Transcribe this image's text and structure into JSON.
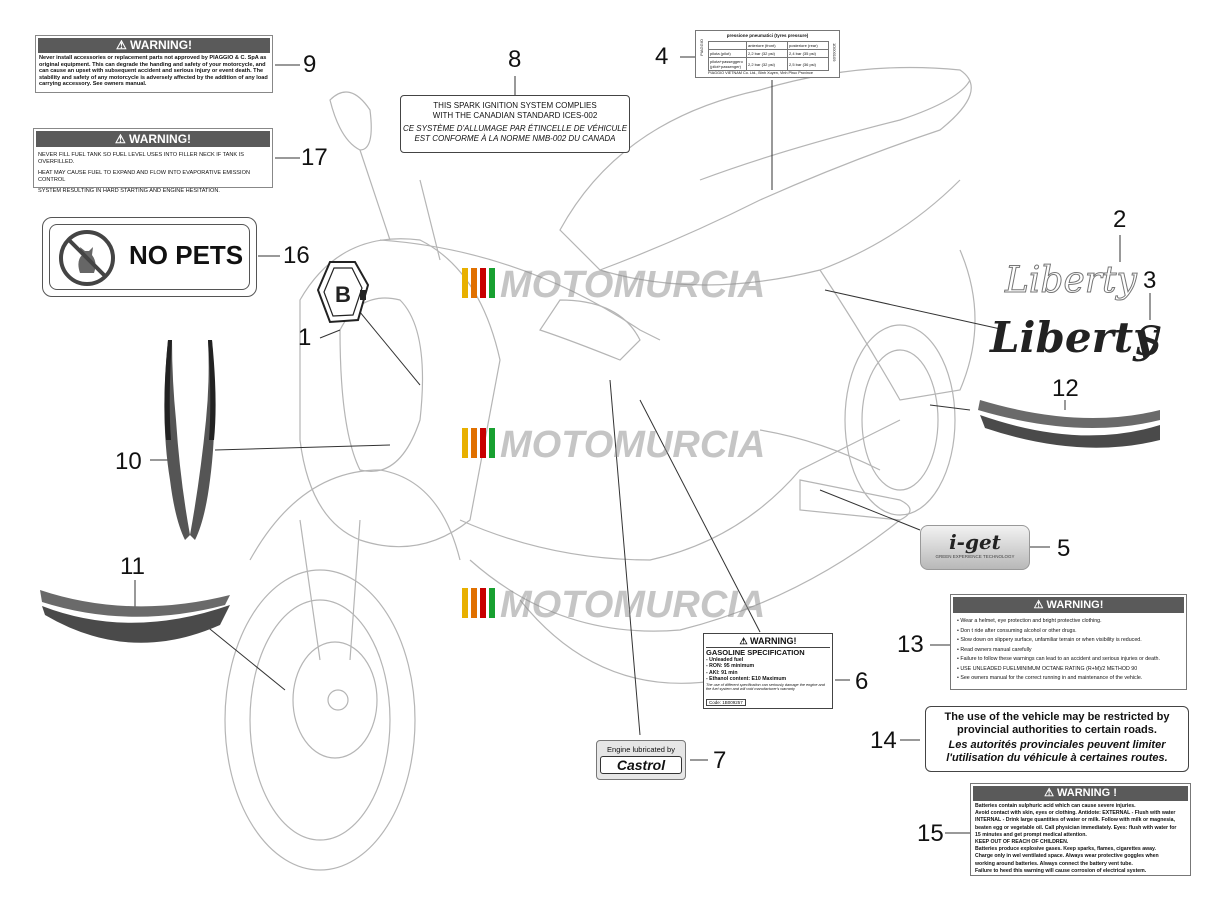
{
  "labels": {
    "w9": {
      "header": "WARNING!",
      "text": "Never install accessories or replacement parts not approved by PIAGGIO & C. SpA as original equipment. This can degrade the handing and safety of your motorcycle, and can cause an upset with subsequent accident and serious injury or event death. The stability and safety of any motorcycle is adversely affected by the addition of any load carrying accessory. See owners manual."
    },
    "w17": {
      "header": "WARNING!",
      "lines": [
        "NEVER FILL FUEL TANK SO FUEL LEVEL USES INTO FILLER NECK IF TANK IS OVERFILLED.",
        "HEAT MAY CAUSE FUEL TO EXPAND AND FLOW INTO EVAPORATIVE EMISSION CONTROL",
        "SYSTEM RESULTING IN HARD STARTING AND ENGINE HESITATION."
      ]
    },
    "no_pets": "NO PETS",
    "spark": {
      "line1": "THIS SPARK IGNITION SYSTEM COMPLIES",
      "line2": "WITH THE CANADIAN STANDARD ICES-002",
      "line3": "CE SYSTÈME D'ALLUMAGE PAR ÉTINCELLE DE VÉHICULE",
      "line4": "EST CONFORME À LA NORME NMB-002 DU CANADA"
    },
    "tyre": {
      "title": "pressione pneumatici (tyres pressure)",
      "brand": "PIAGGIO",
      "col_front": "anteriore (front)",
      "col_rear": "posteriore (rear)",
      "rows": [
        {
          "label": "pilota (pilot)",
          "front": "2,2 bar (32 psi)",
          "rear": "2,4 bar (35 psi)"
        },
        {
          "label": "pilota+passeggero (pilot+passenger)",
          "front": "2,2 bar (32 psi)",
          "rear": "2,5 bar (36 psi)"
        }
      ],
      "footer": "PIAGGIO VIETNAM Co. Ltd., Binh Xuyen, Vinh Phuc Province",
      "code": "1D000109"
    },
    "liberty_small": "Liberty",
    "liberty_big": "Liberty",
    "liberty_s": "S",
    "iget": "i-get",
    "iget_sub": "GREEN EXPERIENCE TECHNOLOGY",
    "gasoline": {
      "header": "WARNING!",
      "title": "GASOLINE SPECIFICATION",
      "lines": [
        "- Unleaded fuel",
        "- RON: 95 minimum",
        "- AKI: 91 min",
        "- Ethanol content: E10 Maximum"
      ],
      "note": "The use of different specification can seriously damage the engine and the fuel system and will void manufacturer's warranty",
      "code": "Code: 1B009257"
    },
    "castrol": {
      "line1": "Engine lubricated by",
      "brand": "Castrol"
    },
    "w13": {
      "header": "WARNING!",
      "lines": [
        "Wear a helmet, eye protection and bright protective clothing.",
        "Don t ride after consuming alcohol or other drugs.",
        "Slow down on slippery surface, unfamiliar terrain or when visibility is reduced.",
        "Read owners manual carefully",
        "Failure to follow these warnings can lead to an accident and serious injuries or death.",
        "USE UNLEADED FUELMINIMUM OCTANE RATING (R+M)/2 METHOD 90",
        "See owners manual for the correct running in and maintenance of the vehicle."
      ]
    },
    "w14": {
      "line1": "The use of the vehicle may be restricted by",
      "line2": "provincial authorities to certain roads.",
      "line3": "Les autorités provinciales peuvent limiter",
      "line4": "l'utilisation du véhicule à certaines routes."
    },
    "w15": {
      "header": "WARNING !",
      "lines": [
        "Batteries contain sulphuric acid which can cause severe injuries.",
        "Avoid contact with skin, eyes or clothing. Antidote: EXTERNAL - Flush with water",
        "INTERNAL - Drink large quantities of water or milk. Follow with milk or magnesia,",
        "beaten egg or vegetable oil. Call physician immediately. Eyes: flush with water for",
        "15 minutes and get prompt medical attention.",
        "KEEP OUT OF REACH OF CHILDREN.",
        "Batteries produce explosive gases. Keep sparks, flames, cigarettes away.",
        "Charge only in wel ventilated space. Always wear protective goggles when",
        "working around batteries. Always connect the battery vent tube.",
        "Failure to heed this warning will cause corrosion of electrical system."
      ]
    }
  },
  "callouts": {
    "n1": "1",
    "n2": "2",
    "n3": "3",
    "n4": "4",
    "n5": "5",
    "n6": "6",
    "n7": "7",
    "n8": "8",
    "n9": "9",
    "n10": "10",
    "n11": "11",
    "n12": "12",
    "n13": "13",
    "n14": "14",
    "n15": "15",
    "n16": "16",
    "n17": "17"
  },
  "watermark": "MOTOMURCIA",
  "colors": {
    "warning_header": "#5a5a5a",
    "watermark_stripes": [
      "#e8b000",
      "#e07000",
      "#c80000",
      "#18a030"
    ]
  },
  "icons": [
    "warning-triangle-icon",
    "no-pets-icon",
    "piaggio-emblem-icon"
  ]
}
